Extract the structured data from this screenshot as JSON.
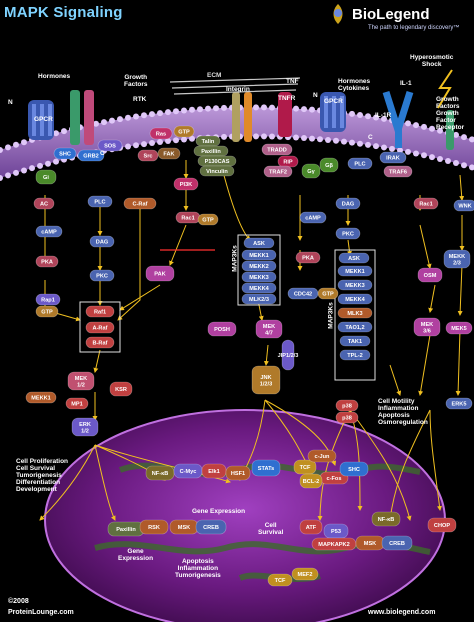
{
  "header": {
    "title": "MAPK Signaling",
    "brand": "BioLegend",
    "tagline": "The path to legendary discovery™"
  },
  "footer": {
    "copyright": "©2008",
    "site_left": "ProteinLounge.com",
    "site_right": "www.biolegend.com"
  },
  "labels": {
    "hormones": "Hormones",
    "growth_factors": "Growth\nFactors",
    "rtk": "RTK",
    "ecm": "ECM",
    "integrin": "Integrin",
    "tnf": "TNF",
    "tnfr": "TNFR",
    "gpcr_left": "GPCR",
    "gpcr_right": "GPCR",
    "hormones_cytokines": "Hormones\nCytokines",
    "il1": "IL-1",
    "il1r": "IL-1R",
    "hyperosmotic": "Hyperosmotic\nShock",
    "growth_factor_receptor": "Growth\nFactors\nGrowth\nFactor\nReceptor",
    "n_left": "N",
    "c_left": "C",
    "n_right": "N",
    "c_right": "C",
    "cell_motility": "Cell Motility\nInflammation\nApoptosis\nOsmoregulation",
    "cell_prolif": "Cell Proliferation\nCell Survival\nTumorigenesis\nDifferentiation\nDevelopment",
    "gene_expression_top": "Gene Expression",
    "gene_expression_left": "Gene\nExpression",
    "apoptosis_block": "Apoptosis\nInflammation\nTumorigenesis",
    "cell_survival": "Cell\nSurvival",
    "mapkks": "MAP3Ks",
    "mapkks_right": "MAP3Ks"
  },
  "nodes": [
    {
      "id": "shc1",
      "label": "SHC",
      "color": "#2f6fd0"
    },
    {
      "id": "grb2",
      "label": "GRB2",
      "color": "#2f6fd0"
    },
    {
      "id": "sos",
      "label": "SOS",
      "color": "#6b59c8"
    },
    {
      "id": "ras",
      "label": "Ras",
      "color": "#c0306a"
    },
    {
      "id": "gtp1",
      "label": "GTP",
      "color": "#b07a2a"
    },
    {
      "id": "fak",
      "label": "FAK",
      "color": "#8a5a2a"
    },
    {
      "id": "src",
      "label": "Src",
      "color": "#b0445a"
    },
    {
      "id": "talin",
      "label": "Talin",
      "color": "#607040"
    },
    {
      "id": "paxillin1",
      "label": "Paxillin",
      "color": "#607040"
    },
    {
      "id": "p130",
      "label": "P130CAS",
      "color": "#607040"
    },
    {
      "id": "vinculin",
      "label": "Vinculin",
      "color": "#607040"
    },
    {
      "id": "tradd",
      "label": "TRADD",
      "color": "#b0608a"
    },
    {
      "id": "rip",
      "label": "RIP",
      "color": "#b01a4a"
    },
    {
      "id": "traf2",
      "label": "TRAF2",
      "color": "#b0608a"
    },
    {
      "id": "gi1",
      "label": "Gi",
      "color": "#4a8a2a"
    },
    {
      "id": "gy1",
      "label": "Gγ",
      "color": "#4a8a2a"
    },
    {
      "id": "gb1",
      "label": "Gβ",
      "color": "#4a8a2a"
    },
    {
      "id": "plc_r",
      "label": "PLC",
      "color": "#4a64b0"
    },
    {
      "id": "irak",
      "label": "IRAK",
      "color": "#4a64b0"
    },
    {
      "id": "traf6",
      "label": "TRAF6",
      "color": "#b0608a"
    },
    {
      "id": "ac",
      "label": "AC",
      "color": "#b0445a"
    },
    {
      "id": "camp",
      "label": "cAMP",
      "color": "#4a64b0"
    },
    {
      "id": "pka",
      "label": "PKA",
      "color": "#b0445a"
    },
    {
      "id": "rap1",
      "label": "Rap1",
      "color": "#6b59c8"
    },
    {
      "id": "gtp2",
      "label": "GTP",
      "color": "#b07a2a"
    },
    {
      "id": "plc_l",
      "label": "PLC",
      "color": "#4a64b0"
    },
    {
      "id": "dag_l",
      "label": "DAG",
      "color": "#4a64b0"
    },
    {
      "id": "pkc_l",
      "label": "PKC",
      "color": "#4a64b0"
    },
    {
      "id": "craf",
      "label": "C-Raf",
      "color": "#b05a2a"
    },
    {
      "id": "pi3k",
      "label": "PI3K",
      "color": "#c0306a"
    },
    {
      "id": "rac1_l",
      "label": "Rac1",
      "color": "#b0445a"
    },
    {
      "id": "gtp3",
      "label": "GTP",
      "color": "#b07a2a"
    },
    {
      "id": "pak",
      "label": "PAK",
      "color": "#b040a0"
    },
    {
      "id": "raf1",
      "label": "Raf1",
      "color": "#c04040"
    },
    {
      "id": "araf",
      "label": "A-Raf",
      "color": "#c04040"
    },
    {
      "id": "braf",
      "label": "B-Raf",
      "color": "#c04040"
    },
    {
      "id": "mek12",
      "label": "MEK\n1/2",
      "color": "#c05070"
    },
    {
      "id": "mekk1_l",
      "label": "MEKK1",
      "color": "#b05a2a"
    },
    {
      "id": "ksr",
      "label": "KSR",
      "color": "#c04040"
    },
    {
      "id": "mp1",
      "label": "MP1",
      "color": "#c04040"
    },
    {
      "id": "erk12",
      "label": "ERK\n1/2",
      "color": "#6b59c8"
    },
    {
      "id": "ask_l",
      "label": "ASK",
      "color": "#4a64b0"
    },
    {
      "id": "mekk1_m",
      "label": "MEKK1",
      "color": "#4a64b0"
    },
    {
      "id": "mekk2",
      "label": "MEKK2",
      "color": "#4a64b0"
    },
    {
      "id": "mekk3_m",
      "label": "MEKK3",
      "color": "#4a64b0"
    },
    {
      "id": "mekk4",
      "label": "MEKK4",
      "color": "#4a64b0"
    },
    {
      "id": "mlk23",
      "label": "MLK2/3",
      "color": "#4a64b0"
    },
    {
      "id": "camp_m",
      "label": "cAMP",
      "color": "#4a64b0"
    },
    {
      "id": "pka_m",
      "label": "PKA",
      "color": "#b0445a"
    },
    {
      "id": "cdc42",
      "label": "CDC42",
      "color": "#4a64b0"
    },
    {
      "id": "gtp4",
      "label": "GTP",
      "color": "#b07a2a"
    },
    {
      "id": "dag_r",
      "label": "DAG",
      "color": "#4a64b0"
    },
    {
      "id": "pkc_r",
      "label": "PKC",
      "color": "#4a64b0"
    },
    {
      "id": "rac1_r",
      "label": "Rac1",
      "color": "#b0445a"
    },
    {
      "id": "osm",
      "label": "OSM",
      "color": "#b040a0"
    },
    {
      "id": "wnk",
      "label": "WNK",
      "color": "#4a64b0"
    },
    {
      "id": "ask_r",
      "label": "ASK",
      "color": "#4a64b0"
    },
    {
      "id": "mekk1_r",
      "label": "MEKK1",
      "color": "#4a64b0"
    },
    {
      "id": "mekk3_r",
      "label": "MEKK3",
      "color": "#4a64b0"
    },
    {
      "id": "mekk4_r",
      "label": "MEKK4",
      "color": "#4a64b0"
    },
    {
      "id": "mlk3",
      "label": "MLK3",
      "color": "#b05a2a"
    },
    {
      "id": "tao12",
      "label": "TAO1,2",
      "color": "#4a64b0"
    },
    {
      "id": "tak1",
      "label": "TAK1",
      "color": "#4a64b0"
    },
    {
      "id": "tpl2",
      "label": "TPL-2",
      "color": "#4a64b0"
    },
    {
      "id": "mekk23",
      "label": "MEKK\n2/3",
      "color": "#4a64b0"
    },
    {
      "id": "posh",
      "label": "POSH",
      "color": "#b040a0"
    },
    {
      "id": "mek47",
      "label": "MEK\n4/7",
      "color": "#b040a0"
    },
    {
      "id": "jip123",
      "label": "JIP1/2/3",
      "color": "#6b59c8"
    },
    {
      "id": "jnk",
      "label": "JNK\n1/2/3",
      "color": "#b07a2a"
    },
    {
      "id": "mek36",
      "label": "MEK\n3/6",
      "color": "#b040a0"
    },
    {
      "id": "mek5",
      "label": "MEK5",
      "color": "#b040a0"
    },
    {
      "id": "p38a",
      "label": "p38",
      "color": "#c04040"
    },
    {
      "id": "p38b",
      "label": "p38",
      "color": "#c04040"
    },
    {
      "id": "erk5",
      "label": "ERK5",
      "color": "#4a64b0"
    },
    {
      "id": "nfkb1",
      "label": "NF-κB",
      "color": "#7a6a2a"
    },
    {
      "id": "cmyc",
      "label": "C-Myc",
      "color": "#6b59c8"
    },
    {
      "id": "elk1",
      "label": "Elk1",
      "color": "#c04040"
    },
    {
      "id": "hsf1",
      "label": "HSF1",
      "color": "#b05a2a"
    },
    {
      "id": "stats",
      "label": "STATs",
      "color": "#2f6fd0"
    },
    {
      "id": "tcf1",
      "label": "TCF",
      "color": "#c09020"
    },
    {
      "id": "cjun",
      "label": "c-Jun",
      "color": "#b05a2a"
    },
    {
      "id": "cfos",
      "label": "c-Fos",
      "color": "#c04040"
    },
    {
      "id": "bcl2",
      "label": "BCL-2",
      "color": "#c09020"
    },
    {
      "id": "shc2",
      "label": "SHC",
      "color": "#2f6fd0"
    },
    {
      "id": "paxillin2",
      "label": "Paxillin",
      "color": "#607040"
    },
    {
      "id": "rsk",
      "label": "RSK",
      "color": "#b05a2a"
    },
    {
      "id": "msk1",
      "label": "MSK",
      "color": "#b05a2a"
    },
    {
      "id": "creb1",
      "label": "CREB",
      "color": "#4a64b0"
    },
    {
      "id": "atf",
      "label": "ATF",
      "color": "#c04040"
    },
    {
      "id": "p53",
      "label": "P53",
      "color": "#6b59c8"
    },
    {
      "id": "nfkb2",
      "label": "NF-κB",
      "color": "#7a6a2a"
    },
    {
      "id": "chop",
      "label": "CHOP",
      "color": "#c04040"
    },
    {
      "id": "mapkapk2",
      "label": "MAPKAPK2",
      "color": "#c04040"
    },
    {
      "id": "msk2",
      "label": "MSK",
      "color": "#b05a2a"
    },
    {
      "id": "creb2",
      "label": "CREB",
      "color": "#4a64b0"
    },
    {
      "id": "tcf2",
      "label": "TCF",
      "color": "#c09020"
    },
    {
      "id": "mef2",
      "label": "MEF2",
      "color": "#c09020"
    }
  ],
  "colors": {
    "background": "#000000",
    "membrane": "#b08ad8",
    "nucleus": "#7a2a8a",
    "arrow": "#f0c020",
    "title": "#7fd3ff"
  }
}
